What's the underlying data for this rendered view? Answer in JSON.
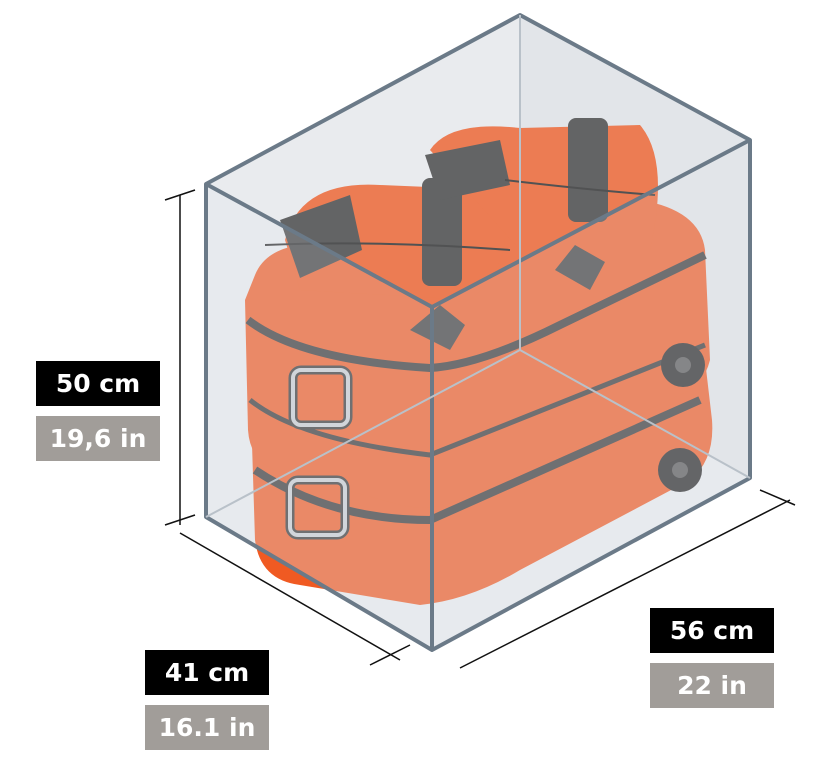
{
  "dimensions": {
    "height": {
      "cm": "50 cm",
      "in": "19,6 in"
    },
    "depth": {
      "cm": "41 cm",
      "in": "16.1 in"
    },
    "width": {
      "cm": "56 cm",
      "in": "22 in"
    }
  },
  "colors": {
    "luggage": "#f05a22",
    "box_edge": "#6b7a88",
    "box_fill": "#dfe3e7",
    "label_cm": "#000000",
    "label_in": "#a19d99",
    "straps": "#3a3a3a"
  }
}
